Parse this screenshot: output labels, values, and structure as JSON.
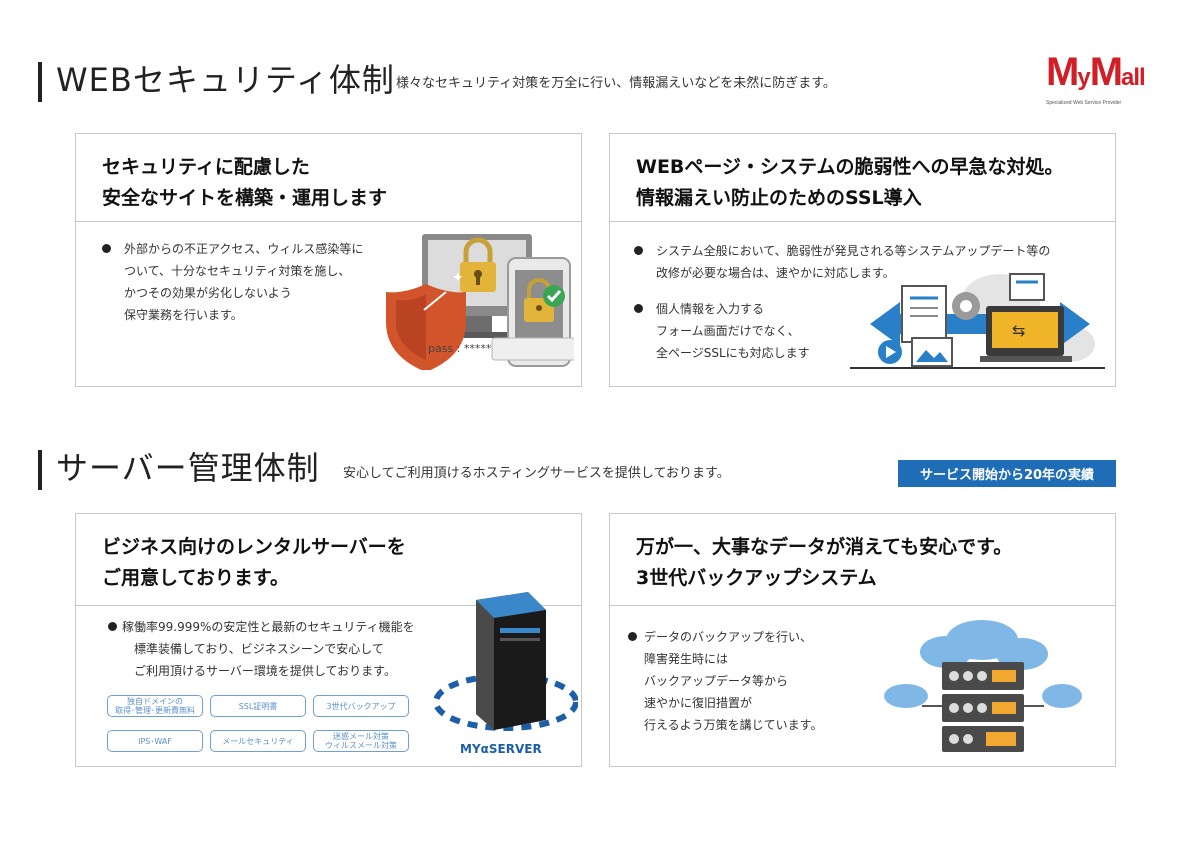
{
  "logo": {
    "brand": "MyMall",
    "tagline": "Specialized Web Service Provider"
  },
  "section_web": {
    "title": "WEBセキュリティ体制",
    "description": "様々なセキュリティ対策を万全に行い、情報漏えいなどを未然に防ぎます。",
    "card1": {
      "title_lines": [
        "セキュリティに配慮した",
        "安全なサイトを構築・運用します"
      ],
      "bullets": [
        [
          "外部からの不正アクセス、ウィルス感染等に",
          "ついて、十分なセキュリティ対策を施し、",
          "かつその効果が劣化しないよう",
          "保守業務を行います。"
        ]
      ],
      "illustration_text": "pass : *****"
    },
    "card2": {
      "title_lines": [
        "WEBページ・システムの脆弱性への早急な対処。",
        "情報漏えい防止のためのSSL導入"
      ],
      "bullets": [
        [
          "システム全般において、脆弱性が発見される等システムアップデート等の",
          "改修が必要な場合は、速やかに対応します。"
        ],
        [
          "個人情報を入力する",
          "フォーム画面だけでなく、",
          "全ページSSLにも対応します"
        ]
      ]
    }
  },
  "section_server": {
    "title": "サーバー管理体制",
    "description": "安心してご利用頂けるホスティングサービスを提供しております。",
    "badge": "サービス開始から20年の実績",
    "card1": {
      "title_lines": [
        "ビジネス向けのレンタルサーバーを",
        "ご用意しております。"
      ],
      "bullets": [
        [
          "稼働率99.999%の安定性と最新のセキュリティ機能を",
          "標準装備しており、ビジネスシーンで安心して",
          "ご利用頂けるサーバー環境を提供しております。"
        ]
      ],
      "tags": [
        [
          "独自ドメインの",
          "取得･管理･更新費無料"
        ],
        [
          "SSL証明書"
        ],
        [
          "3世代バックアップ"
        ],
        [
          "IPS･WAF"
        ],
        [
          "メールセキュリティ"
        ],
        [
          "迷惑メール対策",
          "ウィルスメール対策"
        ]
      ],
      "server_label": "MYαSERVER"
    },
    "card2": {
      "title_lines": [
        "万が一、大事なデータが消えても安心です。",
        "3世代バックアップシステム"
      ],
      "bullets": [
        [
          "データのバックアップを行い、",
          "障害発生時には",
          "バックアップデータ等から",
          "速やかに復旧措置が",
          "行えるよう万策を講じています。"
        ]
      ]
    }
  },
  "colors": {
    "accent_blue": "#1f6cb7",
    "logo_red": "#d21e26",
    "card_border": "#c8c8c8"
  }
}
